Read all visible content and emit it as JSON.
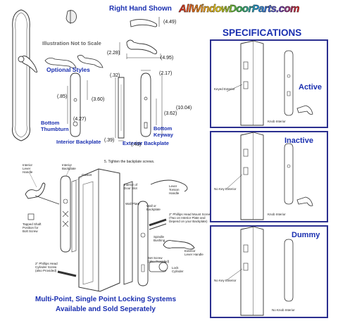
{
  "header": {
    "logo_text": "AllWindowDoorParts.com",
    "right_hand_shown": "Right Hand Shown",
    "specifications": "SPECIFICATIONS"
  },
  "left_drawing": {
    "illustration_note": "Illustration Not to Scale",
    "optional_styles": "Optional Styles",
    "bottom_thumbturn": "Bottom\nThumbturn",
    "interior_backplate": "Interior Backplate",
    "bottom_keyway": "Bottom\nKeyway",
    "exterior_backplate": "Exterior Backplate"
  },
  "dimensions": {
    "d449": "(4.49)",
    "d228": "(2.28)",
    "d495": "(4.95)",
    "d32": "(.32)",
    "d217": "(2.17)",
    "d85": "(.85)",
    "d360": "(3.60)",
    "d427": "(4.27)",
    "d362": "(3.62)",
    "d1004": "(10.04)",
    "d39": "(.39)",
    "d43": "(.43)"
  },
  "exploded_view": {
    "step_note": "5. Tighten the backplate screws.",
    "labels": {
      "interior_lever": "Interior\nLever\nHandle",
      "interior_backplate": "Interior\nBackplate",
      "gasket": "Gasket",
      "interior_door_slot": "Interior of\nDoor Slot",
      "lever_torsion": "Lever\nTorsion\nHandle",
      "tapped_insert": "Tapped Shaft\nPosition for\nBolt Screw",
      "wall_plate": "Wall Plate",
      "wall_or_backplate": "Wall or\nBackplate",
      "phillips_mount": "2\" Phillips Head Mount Screws\n(Two on Interior Plate and\nDepend on your Backplate)",
      "spindle": "Spindle\nBushing",
      "exterior_lever": "Exterior\nLever Handle",
      "set_screw": "Set Screw\n(also Provided)",
      "cylinder_screw": "2\" Phillips Head\nCylinder Screw\n(also Provided)",
      "cylinder": "Lock\nCylinder"
    }
  },
  "footer": {
    "line1": "Multi-Point, Single Point Locking Systems",
    "line2": "Available and Sold Seperately"
  },
  "panels": [
    {
      "title": "Active",
      "label_a": "Keyed Exterior",
      "label_b": "Knob Interior"
    },
    {
      "title": "Inactive",
      "label_a": "No Key Exterior",
      "label_b": "Knob Interior"
    },
    {
      "title": "Dummy",
      "label_a": "No Key Exterior",
      "label_b": "No Knob Interior"
    }
  ],
  "colors": {
    "accent_blue": "#1a2fb0",
    "panel_border": "#2b2f8f"
  }
}
